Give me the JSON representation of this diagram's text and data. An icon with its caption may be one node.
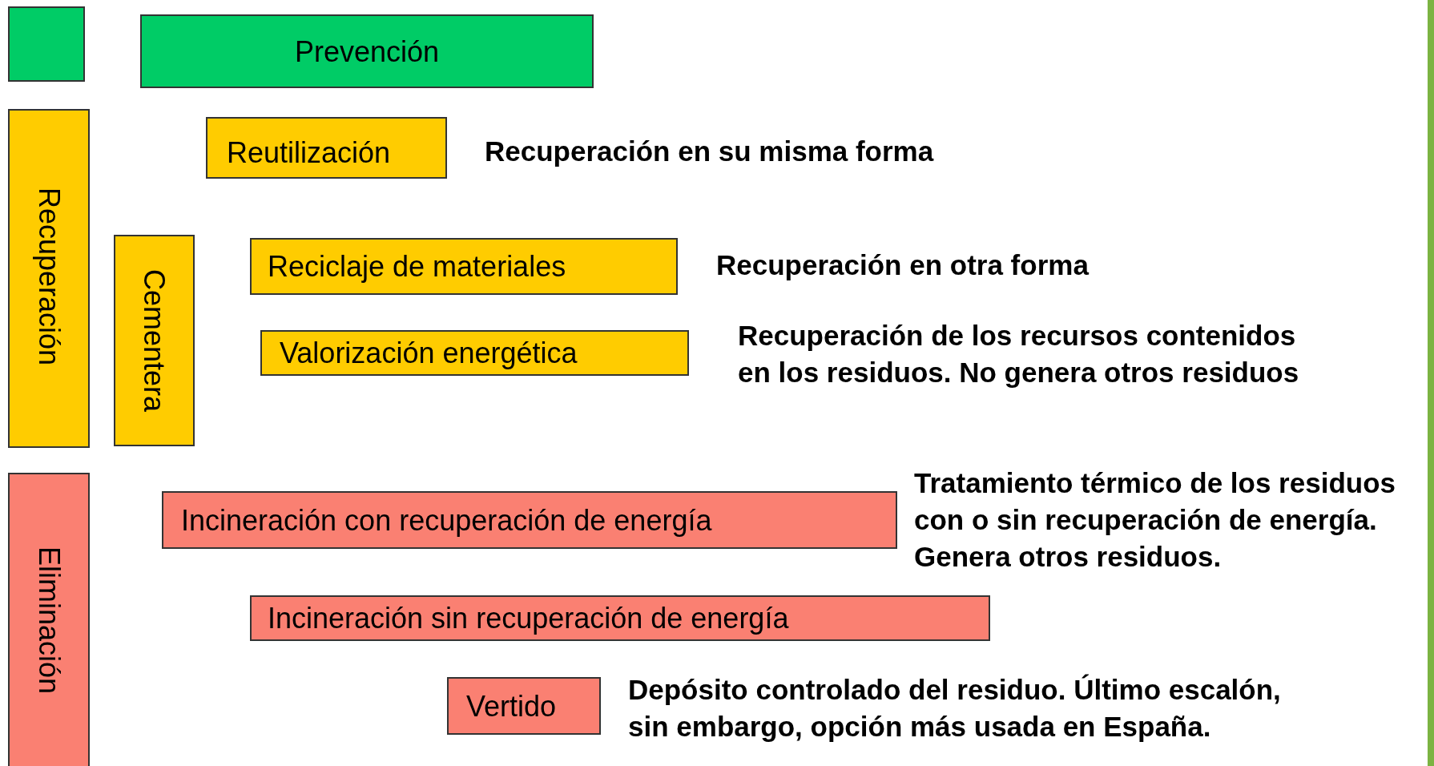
{
  "diagram": {
    "nodes": [
      {
        "text": [],
        "shape": "box"
      },
      {
        "text": [
          "Prevención"
        ]
      },
      {
        "text": [
          "Recuperación"
        ]
      },
      {
        "text": [
          "Reutilización"
        ]
      },
      {
        "text": [
          "Cementera"
        ]
      },
      {
        "text": [
          "Reciclaje de materiales"
        ]
      },
      {
        "text": [
          "Valorización energética"
        ]
      },
      {
        "text": [
          "Eliminación"
        ]
      },
      {
        "text": [
          "Incineración con recuperación de energía"
        ]
      },
      {
        "text": [
          "Incineración sin recuperación de energía"
        ]
      },
      {
        "text": [
          "Vertido"
        ]
      }
    ],
    "edges": [],
    "labels": [
      "Recuperación en su misma forma",
      "Recuperación en otra forma",
      "Recuperación de los recursos contenidos en los residuos. No genera otros residuos",
      "Tratamiento térmico de los residuos con o sin recuperación de energía. Genera otros residuos.",
      "Depósito controlado del residuo. Último escalón, sin embargo, opción más usada en España."
    ]
  }
}
